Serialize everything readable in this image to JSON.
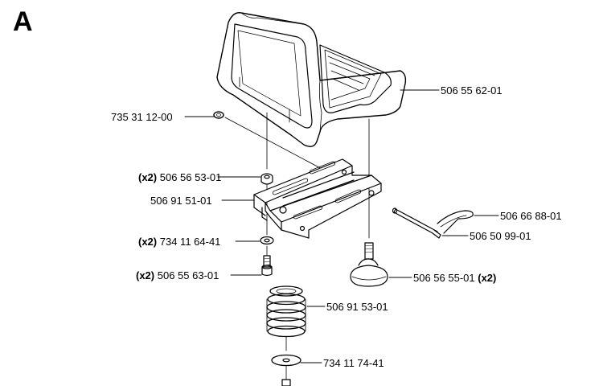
{
  "section_letter": "A",
  "parts": {
    "seat": {
      "number": "506 55 62-01"
    },
    "washer_small": {
      "number": "735 31 12-00"
    },
    "nut": {
      "qty": "(x2)",
      "number": "506 56 53-01"
    },
    "bracket": {
      "number": "506 91 51-01"
    },
    "washer": {
      "qty": "(x2)",
      "number": "734 11 64-41"
    },
    "bolt": {
      "qty": "(x2)",
      "number": "506 55 63-01"
    },
    "spring": {
      "number": "506 91 53-01"
    },
    "washer_bottom": {
      "number": "734 11 74-41"
    },
    "clip": {
      "number": "506 66 88-01"
    },
    "pin": {
      "number": "506 50 99-01"
    },
    "knob": {
      "number": "506 56 55-01",
      "qty": "(x2)"
    }
  }
}
